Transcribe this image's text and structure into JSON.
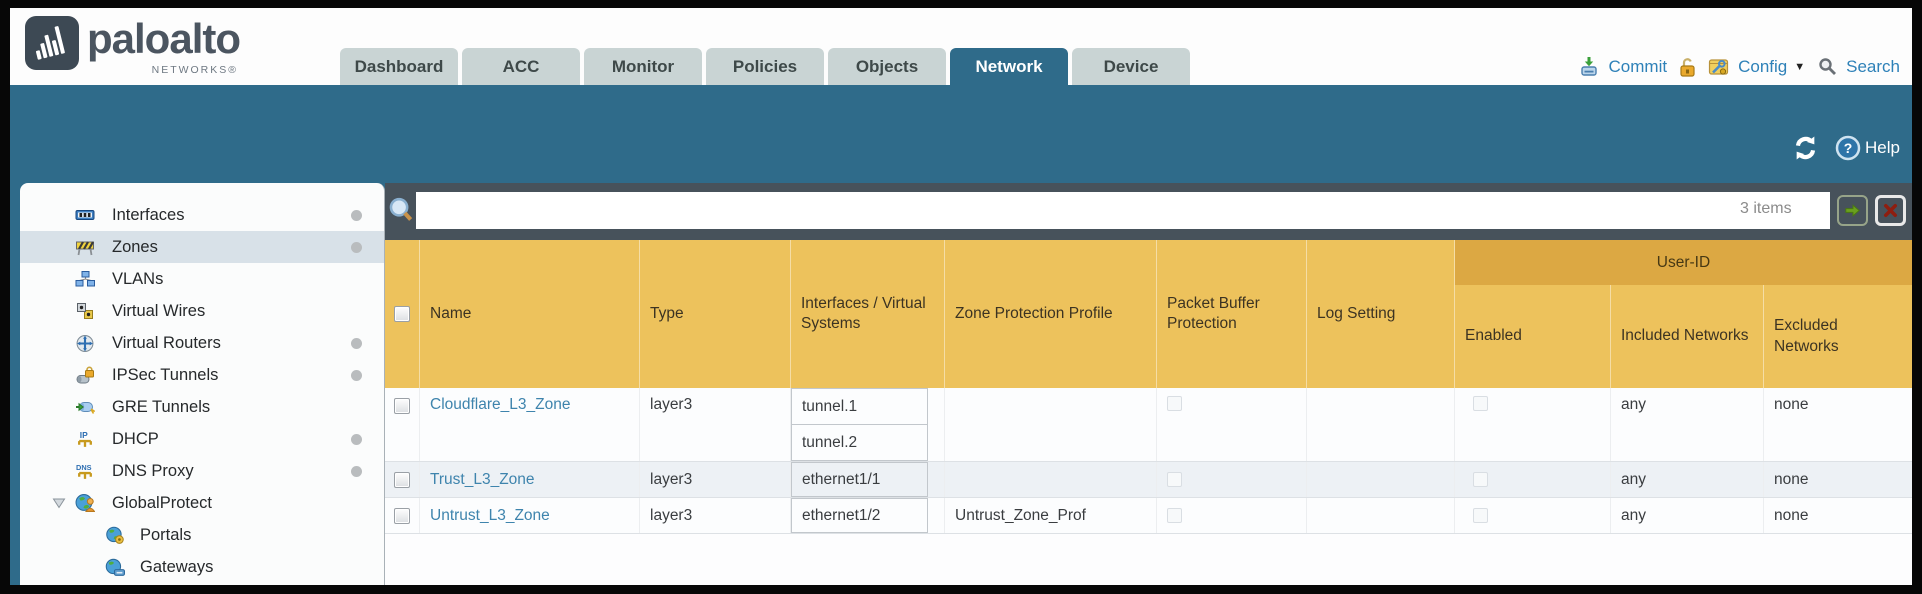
{
  "brand": {
    "name": "paloalto",
    "subtitle": "NETWORKS®"
  },
  "nav": {
    "tabs": [
      {
        "label": "Dashboard",
        "active": false
      },
      {
        "label": "ACC",
        "active": false
      },
      {
        "label": "Monitor",
        "active": false
      },
      {
        "label": "Policies",
        "active": false
      },
      {
        "label": "Objects",
        "active": false
      },
      {
        "label": "Network",
        "active": true
      },
      {
        "label": "Device",
        "active": false
      }
    ],
    "utilities": {
      "commit_label": "Commit",
      "config_label": "Config",
      "search_label": "Search"
    }
  },
  "toolbar": {
    "help_label": "Help"
  },
  "sidebar": {
    "items": [
      {
        "label": "Interfaces",
        "icon": "interfaces-icon",
        "dot": true,
        "selected": false
      },
      {
        "label": "Zones",
        "icon": "zones-icon",
        "dot": true,
        "selected": true
      },
      {
        "label": "VLANs",
        "icon": "vlans-icon",
        "dot": false,
        "selected": false
      },
      {
        "label": "Virtual Wires",
        "icon": "virtual-wires-icon",
        "dot": false,
        "selected": false
      },
      {
        "label": "Virtual Routers",
        "icon": "virtual-routers-icon",
        "dot": true,
        "selected": false
      },
      {
        "label": "IPSec Tunnels",
        "icon": "ipsec-tunnels-icon",
        "dot": true,
        "selected": false
      },
      {
        "label": "GRE Tunnels",
        "icon": "gre-tunnels-icon",
        "dot": false,
        "selected": false
      },
      {
        "label": "DHCP",
        "icon": "dhcp-icon",
        "dot": true,
        "selected": false
      },
      {
        "label": "DNS Proxy",
        "icon": "dns-proxy-icon",
        "dot": true,
        "selected": false
      },
      {
        "label": "GlobalProtect",
        "icon": "globalprotect-icon",
        "dot": false,
        "selected": false,
        "expanded": true
      },
      {
        "label": "Portals",
        "icon": "portals-icon",
        "dot": false,
        "selected": false,
        "child": true
      },
      {
        "label": "Gateways",
        "icon": "gateways-icon",
        "dot": false,
        "selected": false,
        "child": true
      }
    ]
  },
  "filter": {
    "value": "",
    "items_count": "3 items"
  },
  "table": {
    "group_header": "User-ID",
    "columns": [
      "Name",
      "Type",
      "Interfaces / Virtual Systems",
      "Zone Protection Profile",
      "Packet Buffer Protection",
      "Log Setting",
      "Enabled",
      "Included Networks",
      "Excluded Networks"
    ],
    "rows": [
      {
        "name": "Cloudflare_L3_Zone",
        "type": "layer3",
        "interfaces": [
          "tunnel.1",
          "tunnel.2"
        ],
        "zone_protection_profile": "",
        "log_setting": "",
        "packet_buffer_protection_checked": false,
        "enabled_checked": false,
        "included_networks": "any",
        "excluded_networks": "none"
      },
      {
        "name": "Trust_L3_Zone",
        "type": "layer3",
        "interfaces": [
          "ethernet1/1"
        ],
        "zone_protection_profile": "",
        "log_setting": "",
        "packet_buffer_protection_checked": false,
        "enabled_checked": false,
        "included_networks": "any",
        "excluded_networks": "none"
      },
      {
        "name": "Untrust_L3_Zone",
        "type": "layer3",
        "interfaces": [
          "ethernet1/2"
        ],
        "zone_protection_profile": "Untrust_Zone_Prof",
        "log_setting": "",
        "packet_buffer_protection_checked": false,
        "enabled_checked": false,
        "included_networks": "any",
        "excluded_networks": "none"
      }
    ]
  },
  "colors": {
    "band_blue": "#2f6b8a",
    "tab_inactive_bg": "#c9d4d4",
    "header_amber": "#edc25c",
    "user_id_band": "#dca843",
    "filter_bar_bg": "#47525b",
    "link_blue": "#3e84ad",
    "utility_text_blue": "#2e81b8",
    "row_alt_bg": "#edf1f5"
  }
}
